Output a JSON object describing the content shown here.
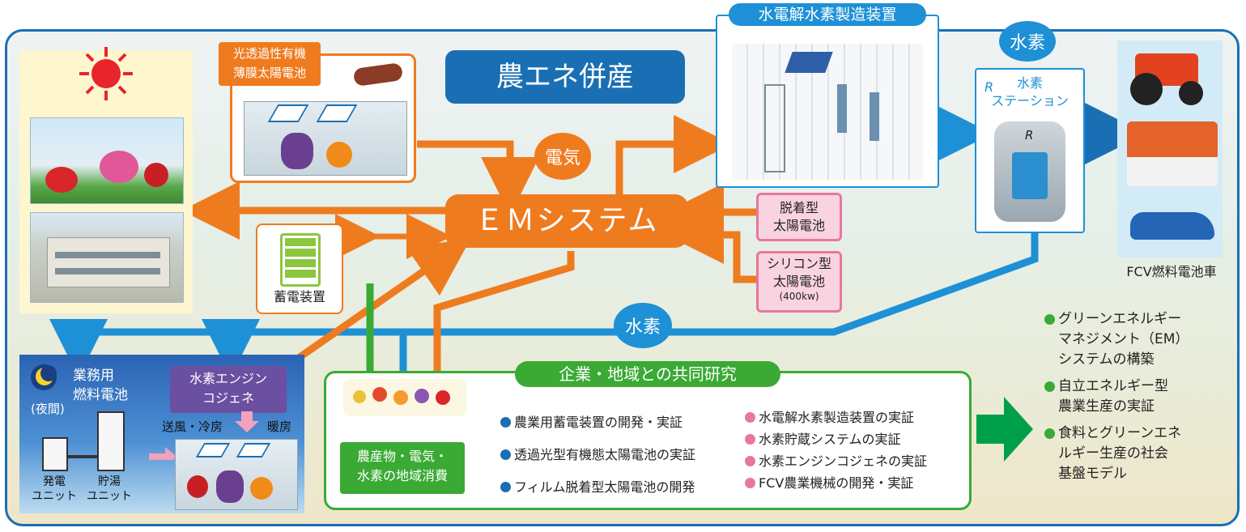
{
  "title": "農エネ併産",
  "electricity": "電気",
  "em_system": "ＥＭシステム",
  "hydrogen": "水素",
  "solar_film": "光透過性有機\n薄膜太陽電池",
  "storage": "蓄電装置",
  "electrolysis": "水電解水素製造装置",
  "station_mark": "R",
  "station": "水素\nステーション",
  "fcv": "FCV燃料電池車",
  "detachable": "脱着型\n太陽電池",
  "silicon": "シリコン型\n太陽電池",
  "silicon_kw": "(400kw)",
  "fuelcell": {
    "title": "業務用\n燃料電池",
    "night": "(夜間)",
    "gen_unit": "発電\nユニット",
    "hot_unit": "貯湯\nユニット",
    "engine": "水素エンジン\nコジェネ",
    "cooling": "送風・冷房",
    "heating": "暖房"
  },
  "joint": {
    "title": "企業・地域との共同研究",
    "local": "農産物・電気・\n水素の地域消費",
    "blue_items": [
      "農業用蓄電装置の開発・実証",
      "透過光型有機態太陽電池の実証",
      "フィルム脱着型太陽電池の開発"
    ],
    "pink_items": [
      "水電解水素製造装置の実証",
      "水素貯蔵システムの実証",
      "水素エンジンコジェネの実証",
      "FCV農業機械の開発・実証"
    ]
  },
  "goals": [
    "グリーンエネルギー\nマネジメント（EM）\nシステムの構築",
    "自立エネルギー型\n農業生産の実証",
    "食料とグリーンエネ\nルギー生産の社会\n基盤モデル"
  ],
  "colors": {
    "blue": "#1a6fb4",
    "light_blue": "#1e90d6",
    "orange": "#ef7b1f",
    "green": "#3aaa35",
    "pink": "#e8779c",
    "purple": "#6b4fa0",
    "red": "#e8242c"
  }
}
